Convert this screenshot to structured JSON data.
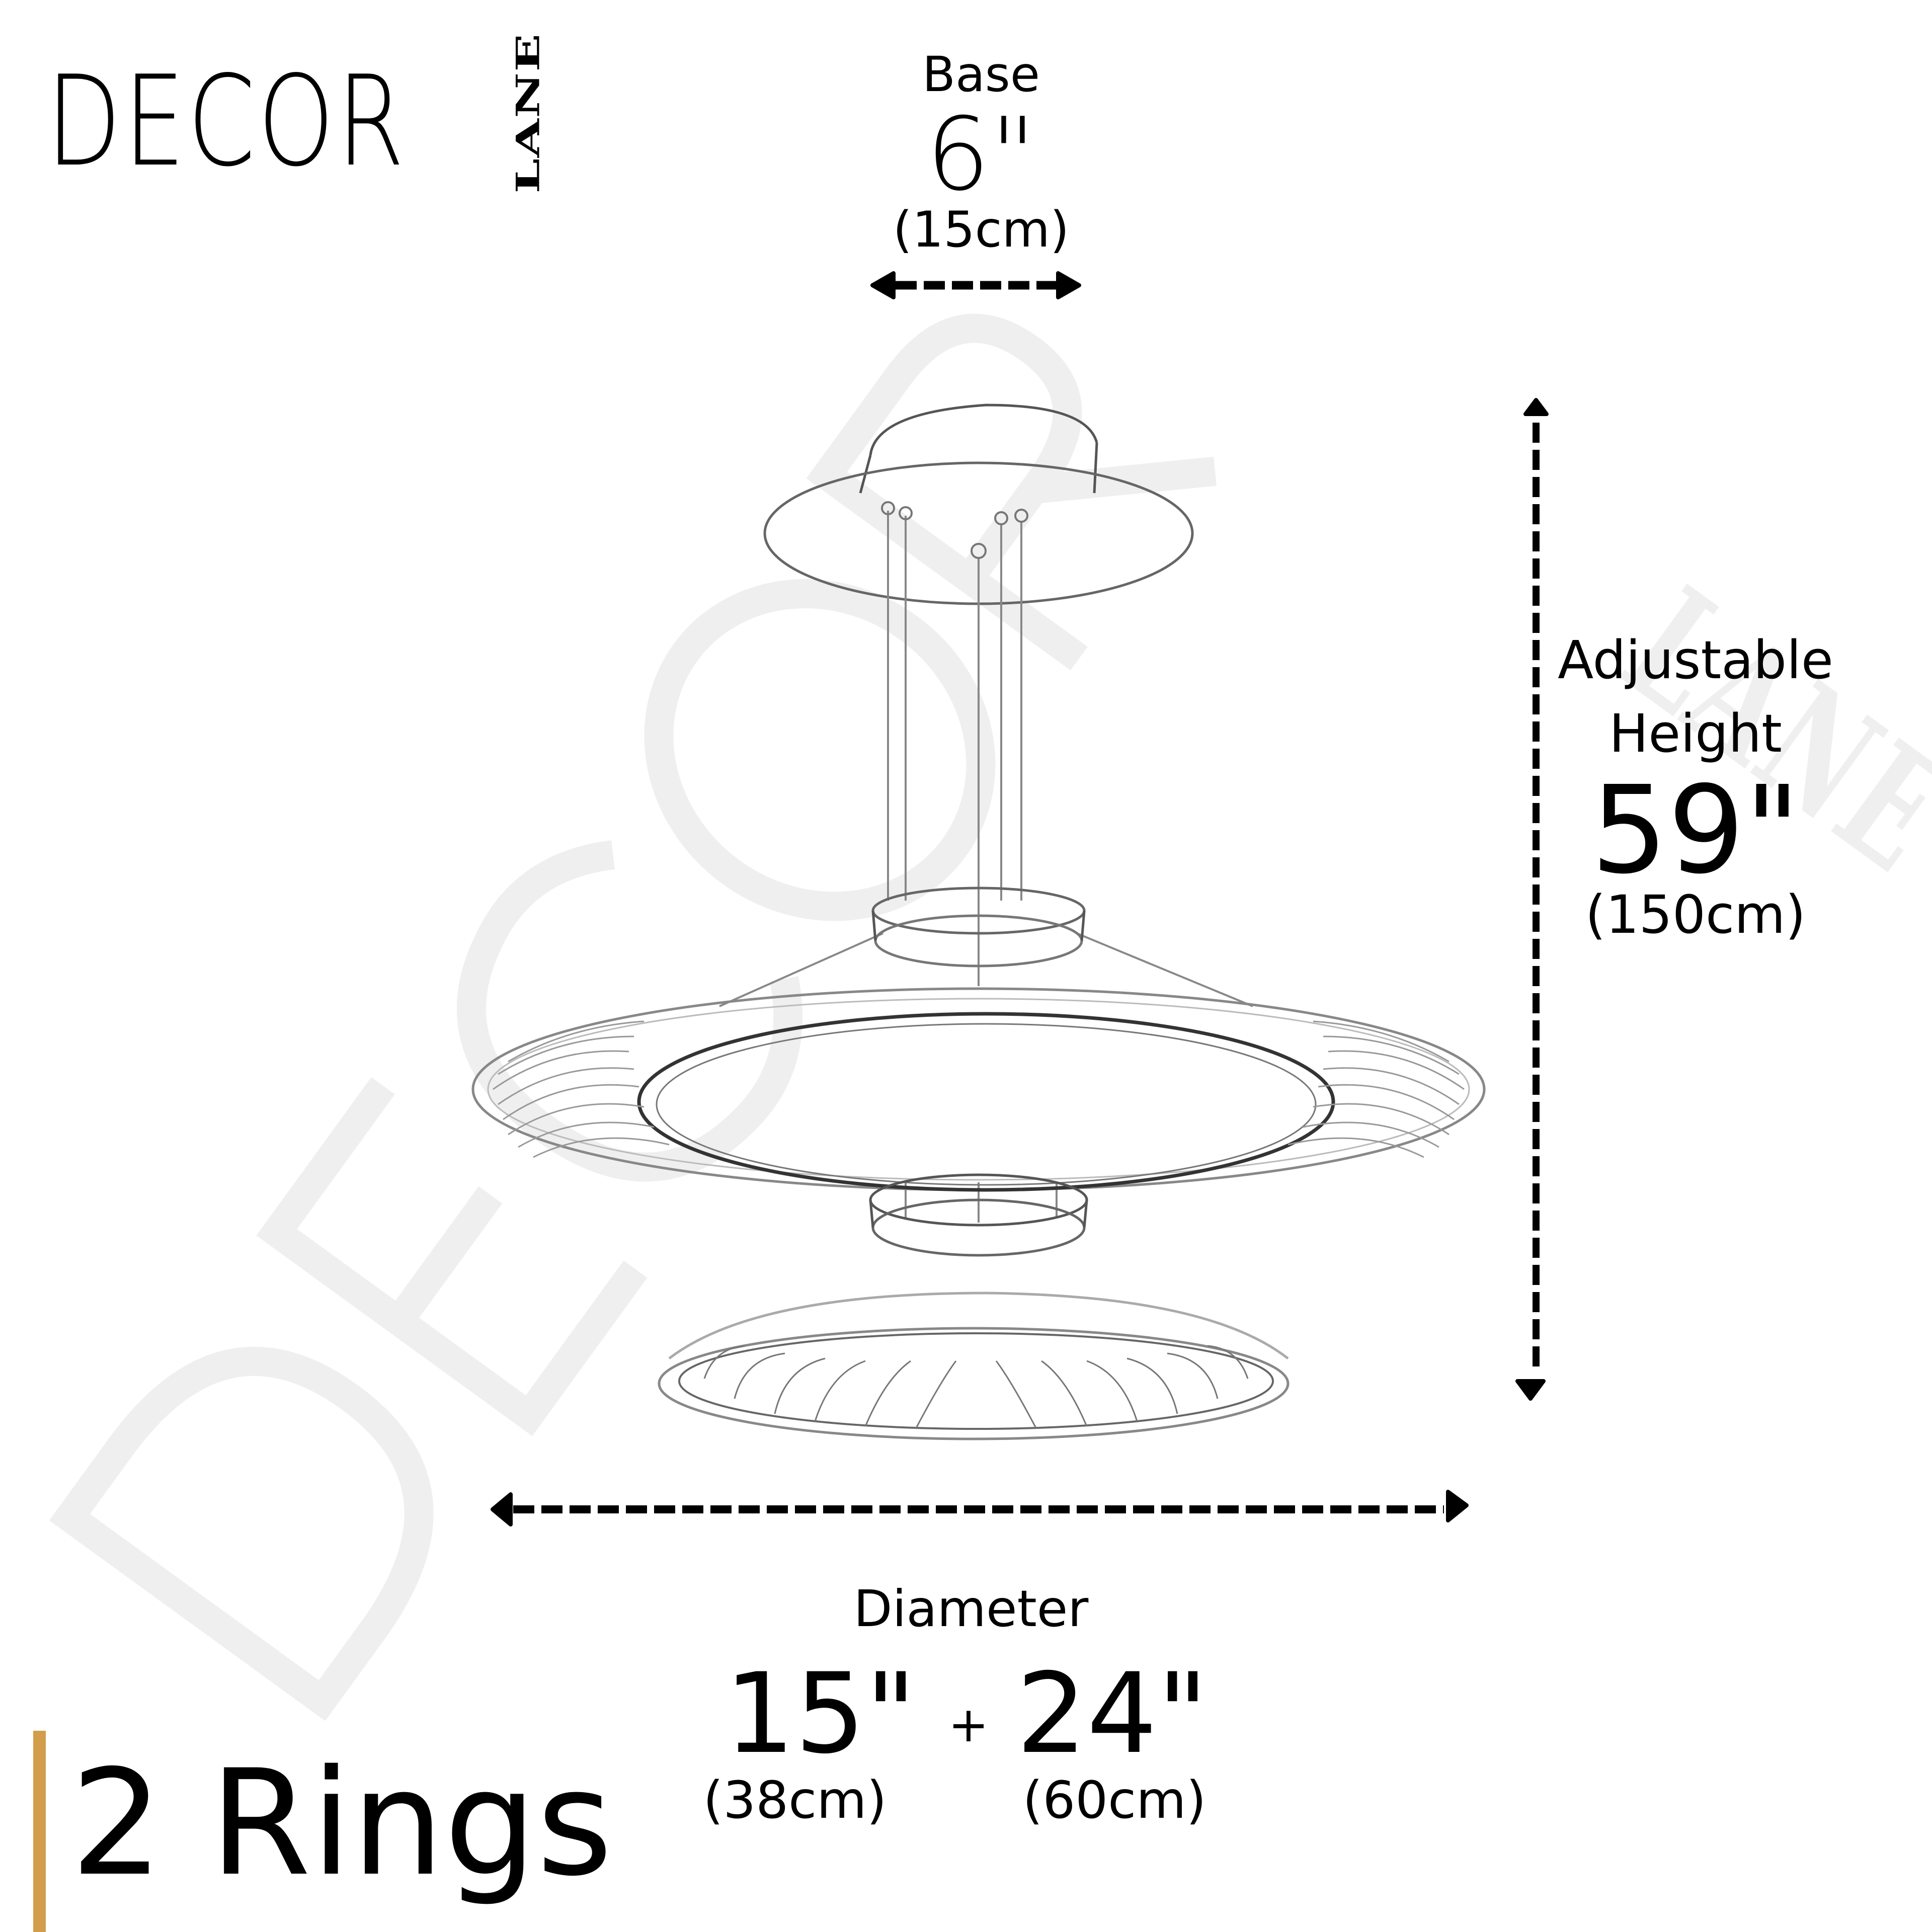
{
  "brand": {
    "logo_main": "DECOR",
    "logo_side": "LANE",
    "watermark_main": "DECOR",
    "watermark_side": "LANE",
    "accent_color": "#D29E4B",
    "watermark_color": "#EFEFEF"
  },
  "dimensions": {
    "base": {
      "label": "Base",
      "imperial": "6\"",
      "metric": "(15cm)"
    },
    "height": {
      "label_line1": "Adjustable",
      "label_line2": "Height",
      "imperial": "59\"",
      "metric": "(150cm)"
    },
    "diameter": {
      "label": "Diameter",
      "small": {
        "imperial": "15\"",
        "metric": "(38cm)"
      },
      "separator": "+",
      "large": {
        "imperial": "24\"",
        "metric": "(60cm)"
      }
    }
  },
  "product": {
    "variant_label": "2 Rings"
  },
  "icons": {
    "base_arrow": "double-headed-horizontal-dashed-arrow",
    "height_arrow": "double-headed-vertical-dashed-arrow",
    "diameter_arrow": "double-headed-horizontal-dashed-arrow"
  }
}
